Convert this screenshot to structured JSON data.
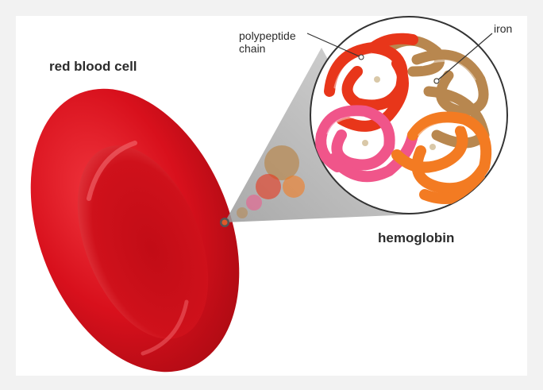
{
  "labels": {
    "cell": "red blood cell",
    "protein": "hemoglobin",
    "chain_line1": "polypeptide",
    "chain_line2": "chain",
    "iron": "iron"
  },
  "colors": {
    "background": "#f2f2f2",
    "panel": "#ffffff",
    "cell_red": "#d8101c",
    "chain_red": "#e8361a",
    "chain_pink": "#f0558a",
    "chain_orange": "#f37b22",
    "chain_brown": "#b8874f",
    "cone_grey": "#bdbdbd"
  }
}
